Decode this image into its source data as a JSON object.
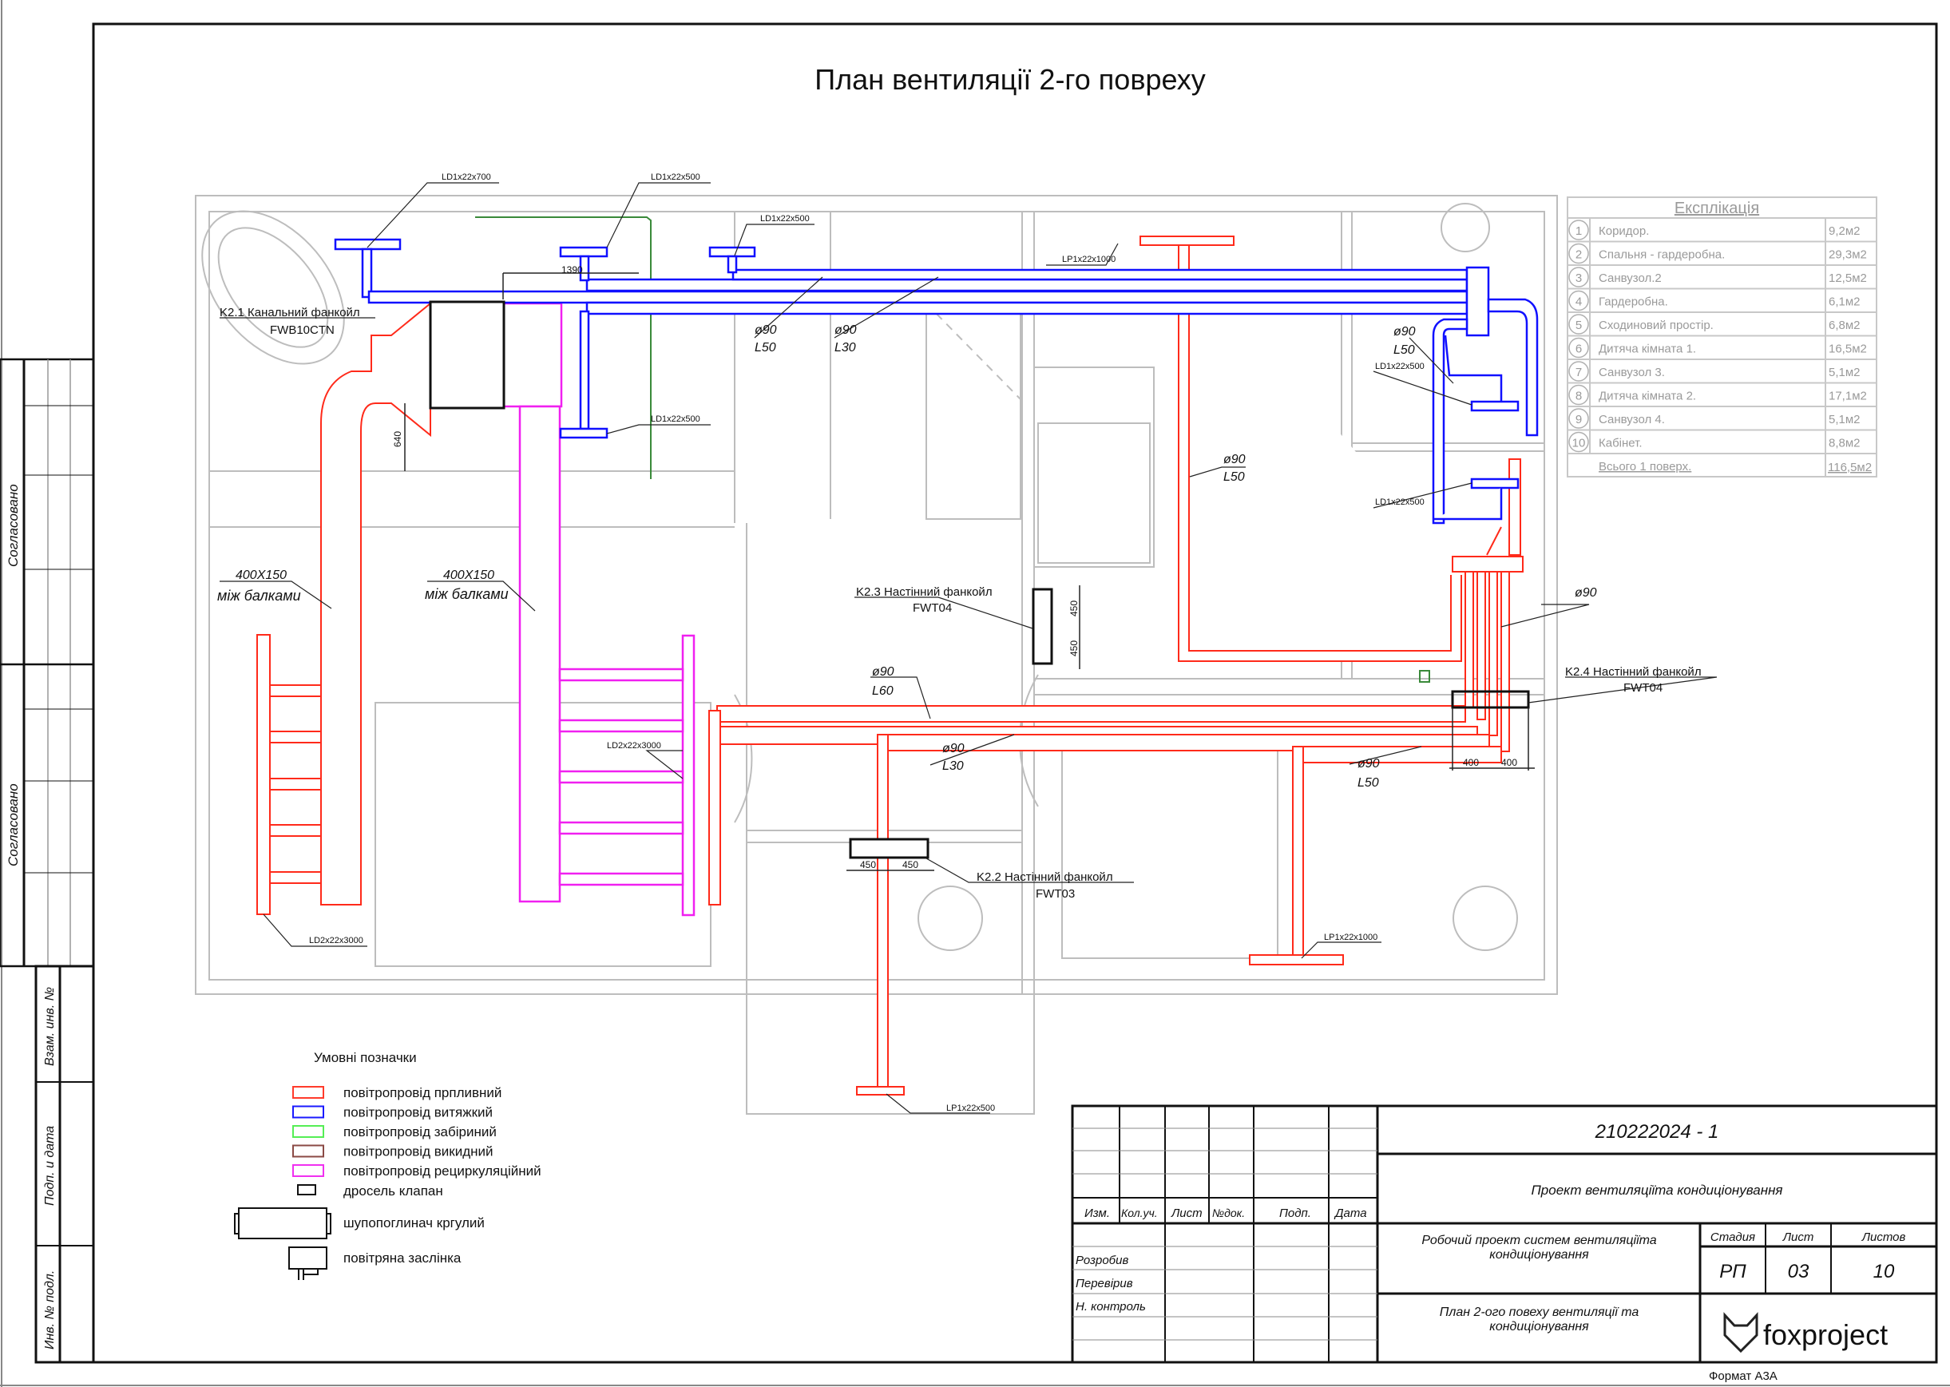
{
  "title": "План вентиляції 2-го повреху",
  "explication": {
    "title": "Експлікація",
    "rows": [
      {
        "n": "1",
        "name": "Коридор.",
        "area": "9,2м2"
      },
      {
        "n": "2",
        "name": "Спальня - гардеробна.",
        "area": "29,3м2"
      },
      {
        "n": "3",
        "name": "Санвузол.2",
        "area": "12,5м2"
      },
      {
        "n": "4",
        "name": "Гардеробна.",
        "area": "6,1м2"
      },
      {
        "n": "5",
        "name": "Сходиновий простір.",
        "area": "6,8м2"
      },
      {
        "n": "6",
        "name": "Дитяча кімната 1.",
        "area": "16,5м2"
      },
      {
        "n": "7",
        "name": "Санвузол 3.",
        "area": "5,1м2"
      },
      {
        "n": "8",
        "name": "Дитяча кімната 2.",
        "area": "17,1м2"
      },
      {
        "n": "9",
        "name": "Санвузол 4.",
        "area": "5,1м2"
      },
      {
        "n": "10",
        "name": "Кабінет.",
        "area": "8,8м2"
      }
    ],
    "total_label": "Всього 1 поверх.",
    "total_area": "116,5м2"
  },
  "legend": {
    "title": "Умовні позначки",
    "items": [
      {
        "label": "повітропровід прпливний",
        "color": "#ff3b2b"
      },
      {
        "label": "повітропровід витяжкий",
        "color": "#1a1aff"
      },
      {
        "label": "повітропровід забіриний",
        "color": "#55ee55"
      },
      {
        "label": "повітропровід викидний",
        "color": "#8b4a45"
      },
      {
        "label": "повітропровід рециркуляційний",
        "color": "#f030f0"
      }
    ],
    "throttle": "дросель клапан",
    "silencer": "шупопоглинач кргулий",
    "damper": "повітряна заслінка"
  },
  "annotations": {
    "g1": "LD1x22x700",
    "g2": "LD1x22x500",
    "g3": "LD1x22x500",
    "g4": "LD1x22x500",
    "g5": "LD1x22x500",
    "g6": "LD1x22x500",
    "lp1": "LP1x22x1000",
    "lp2": "LP1x22x1000",
    "lp3": "LP1x22x500",
    "ld2a": "LD2x22x3000",
    "ld2b": "LD2x22x3000",
    "dim1390": "1390",
    "dim640": "640",
    "dim450a": "450",
    "dim450b": "450",
    "dim450c": "450",
    "dim450d": "450",
    "dim400a": "400",
    "dim400b": "400",
    "d90": "ø90",
    "L50": "L50",
    "L30": "L30",
    "L60": "L60",
    "k21": "K2.1 Канальний  фанкойл",
    "k21m": "FWB10CTN",
    "k22": "K2.2 Настінний  фанкойл",
    "k22m": "FWT03",
    "k23": "K2.3 Настінний  фанкойл",
    "k23m": "FWT04",
    "k24": "K2.4 Настінний  фанкойл",
    "k24m": "FWT04",
    "size": "400X150",
    "beams": "між балками"
  },
  "title_block": {
    "code": "210222024 - 1",
    "project": "Проект вентиляціїта кондиціонування",
    "headers": [
      "Изм.",
      "Кол.уч.",
      "Лист",
      "№док.",
      "Подп.",
      "Дата"
    ],
    "roles": [
      "Розробив",
      "Перевірив",
      "Н. контроль"
    ],
    "work": "Робочий проект систем вентиляціїта кондиціонування",
    "sheet_title": "План 2-ого повеху  вентиляції та кондиціонування",
    "stage_label": "Стадия",
    "sheet_label": "Лист",
    "sheets_label": "Листов",
    "stage": "РП",
    "sheet": "03",
    "sheets": "10",
    "logo": "foxproject",
    "format": "Формат А3А"
  },
  "stamps": {
    "agreed1": "Согласовано",
    "agreed2": "Согласовано",
    "inv_ref": "Взам. инв. №",
    "sign_date": "Подп. и дата",
    "inv_orig": "Инв. № подл."
  }
}
